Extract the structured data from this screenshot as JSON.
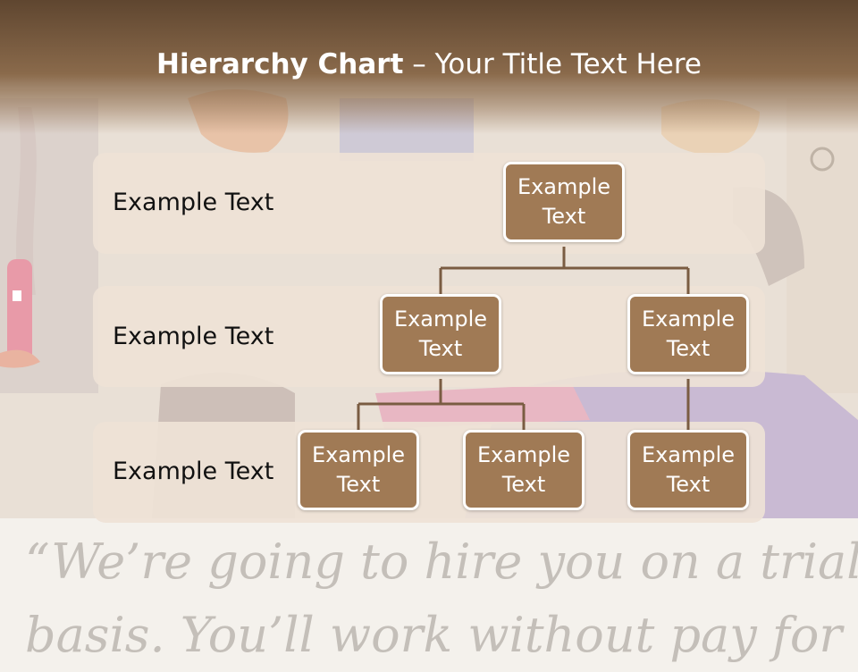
{
  "title": {
    "bold": "Hierarchy Chart",
    "rest": " – Your Title Text Here"
  },
  "levels": [
    {
      "label": "Example Text"
    },
    {
      "label": "Example Text"
    },
    {
      "label": "Example Text"
    }
  ],
  "nodes": {
    "root": "Example Text",
    "mid_left": "Example Text",
    "mid_right": "Example Text",
    "leaf_1": "Example Text",
    "leaf_2": "Example Text",
    "leaf_3": "Example Text"
  },
  "background_quote": {
    "line1": "“We’re going to hire you on a trial",
    "line2": "basis. You’ll work without pay for"
  },
  "colors": {
    "title_bar": "#6b4f35",
    "node_fill": "#a07a55",
    "connector": "#7a5c42",
    "band": "#eee2d6"
  }
}
